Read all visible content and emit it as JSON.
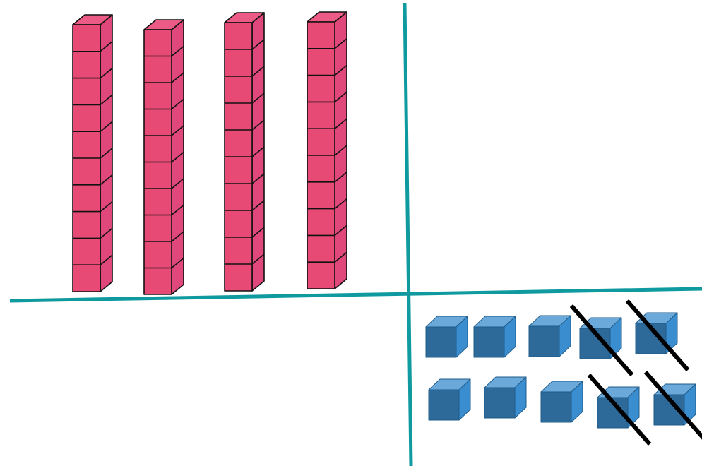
{
  "title": "",
  "colors": {
    "divider": "#0f9aa0",
    "rod_front": "#e84a76",
    "rod_side": "#e0477a",
    "rod_top": "#ec5a86",
    "rod_outline": "#111111",
    "cube_front": "#2e6a99",
    "cube_top": "#6aa9da",
    "cube_side": "#3a8ed0",
    "cube_outline": "#1f5c8a",
    "strike": "#000000"
  },
  "place_value_model": {
    "tens": {
      "count": 4,
      "units_per_rod": 10,
      "icon": "ten-rod"
    },
    "ones": {
      "rows": [
        [
          {
            "crossed_out": false
          },
          {
            "crossed_out": false
          },
          {
            "crossed_out": false
          },
          {
            "crossed_out": true
          },
          {
            "crossed_out": true
          }
        ],
        [
          {
            "crossed_out": false
          },
          {
            "crossed_out": false
          },
          {
            "crossed_out": false
          },
          {
            "crossed_out": true
          },
          {
            "crossed_out": true
          }
        ]
      ],
      "icon": "unit-cube"
    }
  }
}
